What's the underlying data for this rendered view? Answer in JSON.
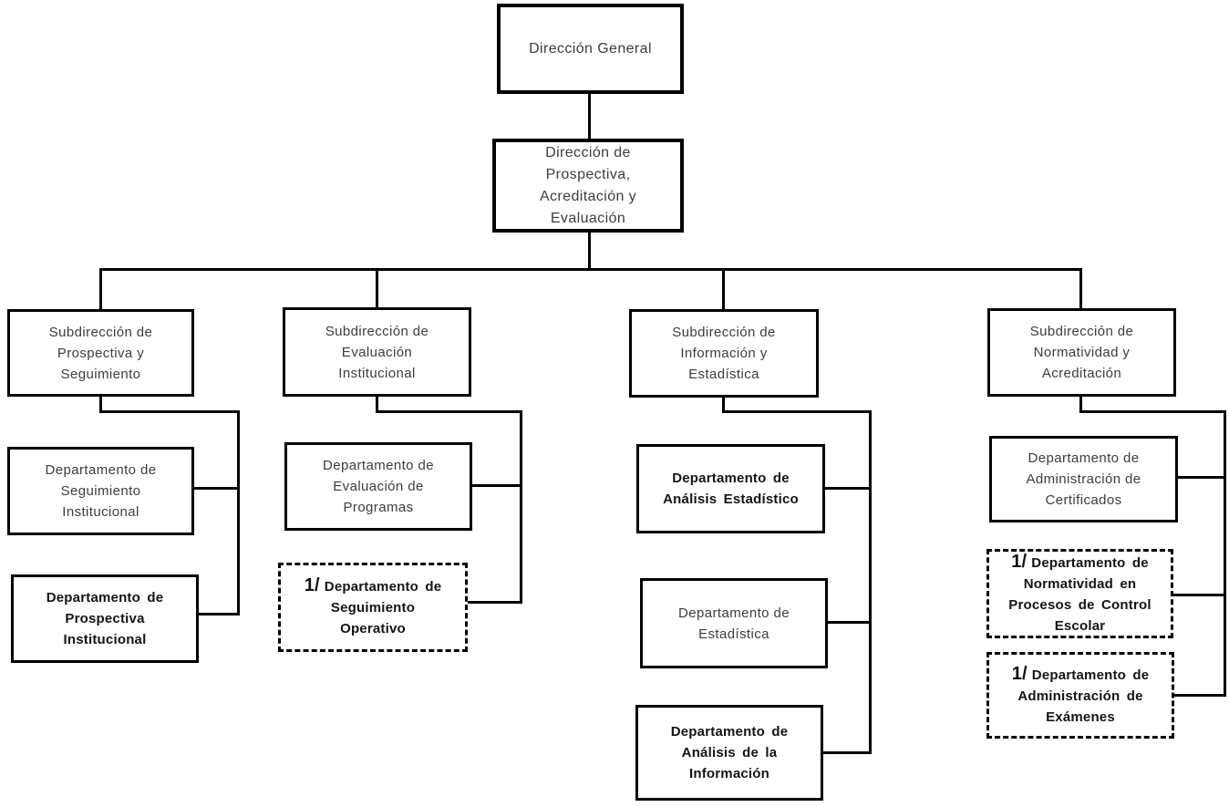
{
  "org_chart": {
    "type": "org-chart",
    "root": {
      "label": "Dirección General"
    },
    "direction": {
      "label": "Dirección de\nProspectiva,\nAcreditación y\nEvaluación"
    },
    "branches": [
      {
        "subdireccion": {
          "label": "Subdirección de\nProspectiva y\nSeguimiento"
        },
        "departamentos": [
          {
            "prefix": "",
            "label": "Departamento de\nSeguimiento\nInstitucional",
            "emphasis": false,
            "border": "solid"
          },
          {
            "prefix": "",
            "label": "Departamento de\nProspectiva\nInstitucional",
            "emphasis": true,
            "border": "solid"
          }
        ]
      },
      {
        "subdireccion": {
          "label": "Subdirección de\nEvaluación\nInstitucional"
        },
        "departamentos": [
          {
            "prefix": "",
            "label": "Departamento de\nEvaluación de\nProgramas",
            "emphasis": false,
            "border": "solid"
          },
          {
            "prefix": "1/",
            "label": "Departamento de\nSeguimiento\nOperativo",
            "emphasis": true,
            "border": "dashed"
          }
        ]
      },
      {
        "subdireccion": {
          "label": "Subdirección de\nInformación y\nEstadística"
        },
        "departamentos": [
          {
            "prefix": "",
            "label": "Departamento de\nAnálisis Estadístico",
            "emphasis": true,
            "border": "solid"
          },
          {
            "prefix": "",
            "label": "Departamento de\nEstadística",
            "emphasis": false,
            "border": "solid"
          },
          {
            "prefix": "",
            "label": "Departamento de\nAnálisis de la\nInformación",
            "emphasis": true,
            "border": "solid"
          }
        ]
      },
      {
        "subdireccion": {
          "label": "Subdirección de\nNormatividad y\nAcreditación"
        },
        "departamentos": [
          {
            "prefix": "",
            "label": "Departamento de\nAdministración de\nCertificados",
            "emphasis": false,
            "border": "solid"
          },
          {
            "prefix": "1/",
            "label": "Departamento de\nNormatividad en\nProcesos de Control\nEscolar",
            "emphasis": true,
            "border": "dashed"
          },
          {
            "prefix": "1/",
            "label": "Departamento de\nAdministración de\nExámenes",
            "emphasis": true,
            "border": "dashed"
          }
        ]
      }
    ],
    "colors": {
      "line": "#000000",
      "text": "#3d3d3d",
      "text_emphasis": "#141414",
      "background": "#ffffff"
    }
  }
}
